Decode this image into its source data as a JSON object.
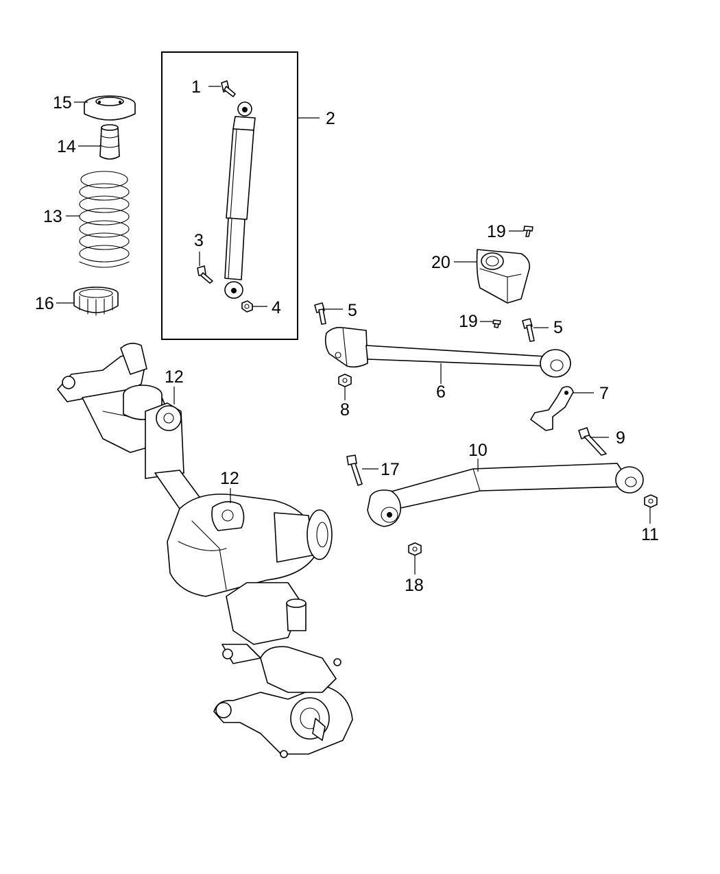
{
  "callouts": [
    "1",
    "2",
    "3",
    "4",
    "5",
    "5",
    "6",
    "7",
    "8",
    "9",
    "10",
    "11",
    "12",
    "12",
    "13",
    "14",
    "15",
    "16",
    "17",
    "18",
    "19",
    "19",
    "20"
  ],
  "colors": {
    "line": "#000000",
    "background": "#ffffff"
  }
}
